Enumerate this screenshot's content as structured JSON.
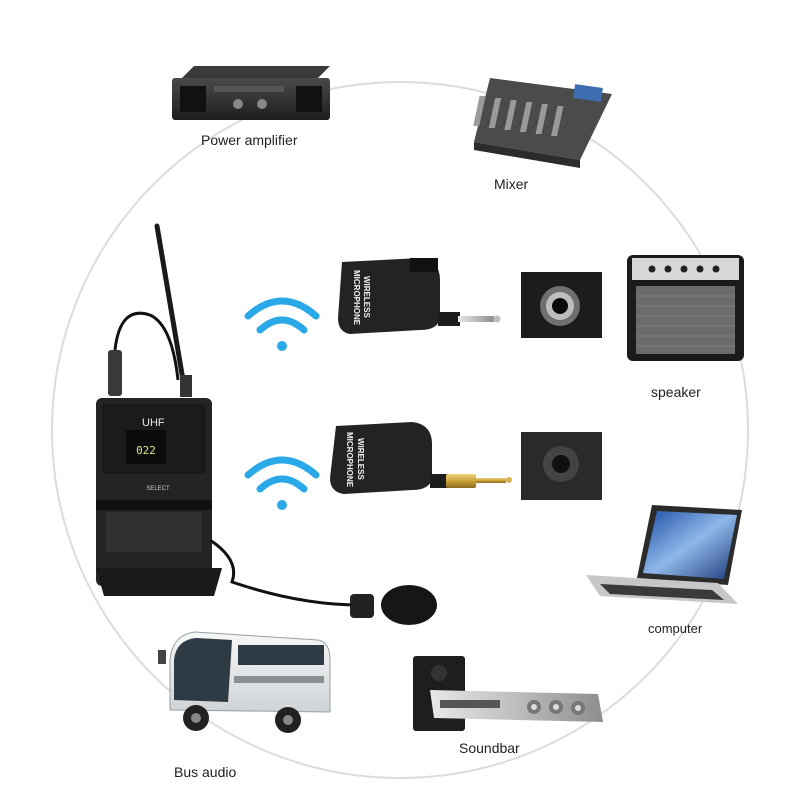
{
  "labels": {
    "power_amplifier": "Power amplifier",
    "mixer": "Mixer",
    "speaker": "speaker",
    "computer": "computer",
    "soundbar": "Soundbar",
    "bus_audio": "Bus audio"
  },
  "transmitter": {
    "band": "UHF",
    "display": "022",
    "select_label": "SELECT"
  },
  "receiver_text": {
    "line1": "WIRELESS",
    "line2": "MICROPHONE"
  },
  "colors": {
    "wifi": "#29a9e8",
    "device_dark": "#2a2a2a",
    "ring": "#dcdcdc",
    "gold_plug": "#c9a23a"
  },
  "icons": [
    "wifi-icon",
    "jack-6-35mm-icon",
    "jack-3-5mm-icon"
  ]
}
